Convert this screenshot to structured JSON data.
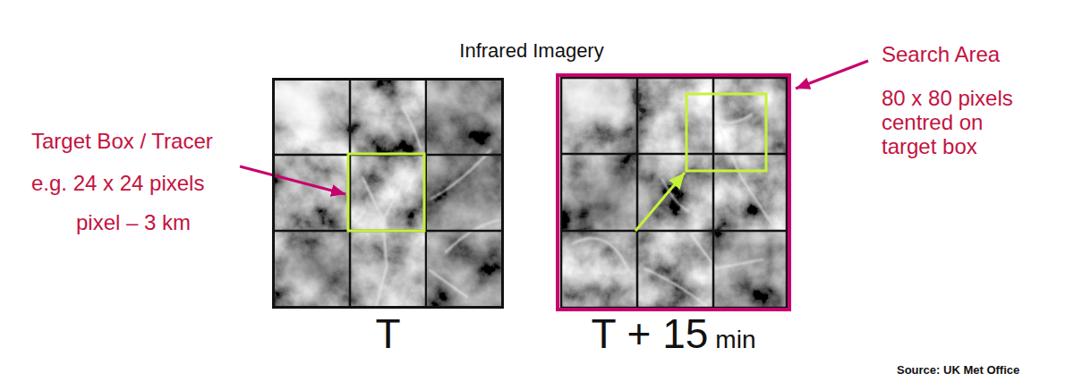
{
  "diagram": {
    "title": "Infrared Imagery",
    "nodes": [
      {
        "text": [
          "T"
        ]
      },
      {
        "text": [
          "T + 15",
          "min"
        ]
      }
    ],
    "labels": [
      "Target Box / Tracer",
      "e.g. 24 x 24 pixels",
      "pixel – 3 km",
      "Search Area",
      "80 x 80 pixels centred on target box",
      "Source: UK Met Office"
    ]
  }
}
